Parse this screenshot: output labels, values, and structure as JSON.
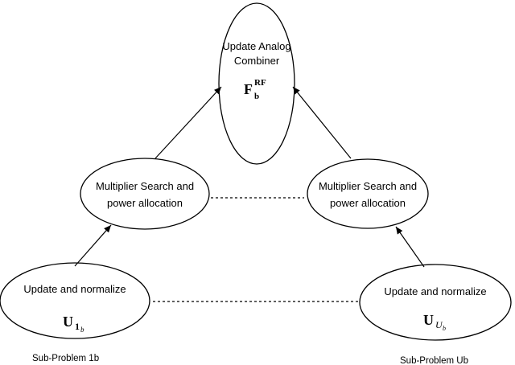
{
  "nodes": {
    "top": {
      "line1": "Update Analog",
      "line2": "Combiner",
      "symbol": "F",
      "sup": "RF",
      "sub": "b"
    },
    "mid_left": {
      "line1": "Multiplier Search and",
      "line2": "power allocation"
    },
    "mid_right": {
      "line1": "Multiplier Search and",
      "line2": "power allocation"
    },
    "bottom_left": {
      "line1": "Update and normalize",
      "symbol": "U",
      "sub": "1",
      "subsub": "b"
    },
    "bottom_right": {
      "line1": "Update and normalize",
      "symbol": "U",
      "sub": "U",
      "subsub": "b"
    }
  },
  "captions": {
    "left": "Sub-Problem 1b",
    "right": "Sub-Problem Ub"
  }
}
